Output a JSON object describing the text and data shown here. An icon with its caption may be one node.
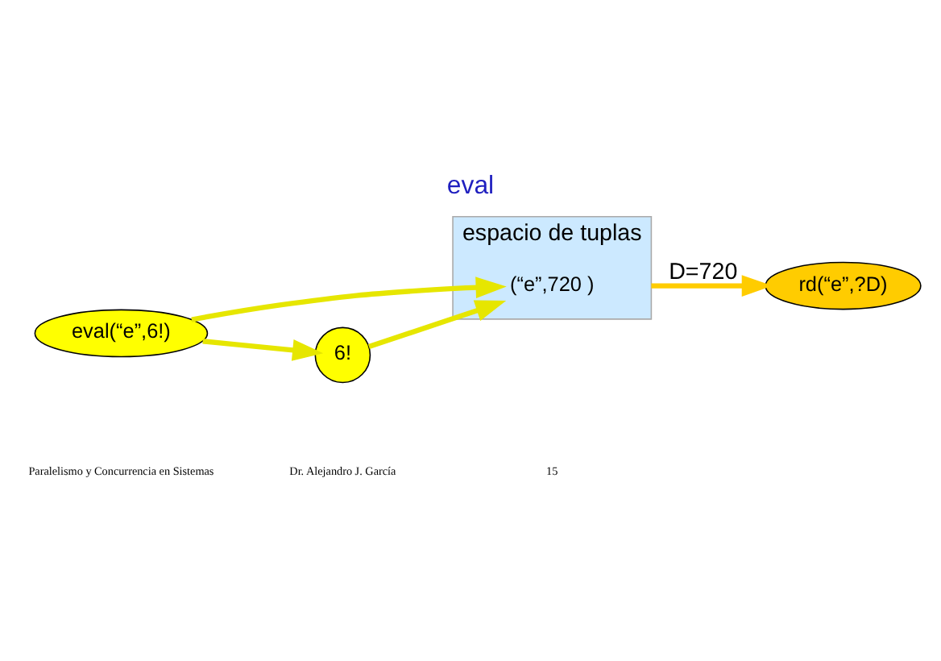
{
  "diagram": {
    "title": "eval",
    "nodes": [
      {
        "text": [
          "espacio de tuplas"
        ]
      },
      {
        "text": [
          "(“e”,720 )"
        ],
        "in": 0
      },
      {
        "text": [
          "eval(“e”,6!)"
        ]
      },
      {
        "text": [
          "6!"
        ]
      },
      {
        "text": [
          "rd(“e”,?D)"
        ]
      }
    ],
    "edges": [
      {
        "from": 2,
        "to": 1,
        "arrow": "to"
      },
      {
        "from": 2,
        "to": 3,
        "arrow": "to"
      },
      {
        "from": 3,
        "to": 1,
        "arrow": "to"
      },
      {
        "from": 0,
        "to": 4,
        "arrow": "to",
        "label": "D=720",
        "color": "#ffcc00"
      }
    ],
    "labels": [
      "Paralelismo y Concurrencia en Sistemas",
      "Dr. Alejandro J. García",
      "15"
    ]
  }
}
